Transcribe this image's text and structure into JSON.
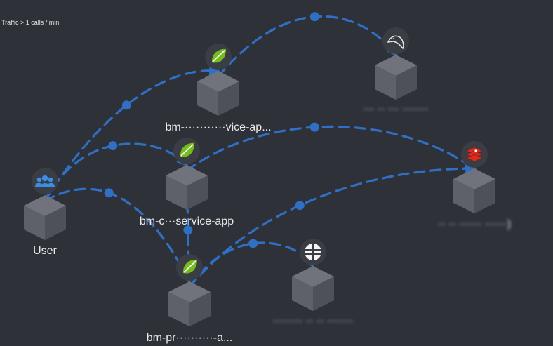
{
  "legend": {
    "text": "Traffic > 1 calls / min"
  },
  "colors": {
    "background": "#2e3138",
    "edge": "#2f6fc4",
    "cube_top": "#70737b",
    "cube_left": "#5e6168",
    "cube_right": "#4e5157",
    "badge": "#3a3d44",
    "spring": "#77bc1f",
    "redis": "#d82c20",
    "users": "#3a8ee6",
    "label": "#e9e9e9"
  },
  "nodes": [
    {
      "id": "user",
      "label": "User",
      "icon": "users-icon",
      "blurred": false
    },
    {
      "id": "svc1",
      "label": "bm-···········vice-ap...",
      "icon": "spring-leaf-icon",
      "blurred": false
    },
    {
      "id": "svc2",
      "label": "bm-c···service-app",
      "icon": "spring-leaf-icon",
      "blurred": false
    },
    {
      "id": "svc3",
      "label": "bm-pr··········-a...",
      "icon": "spring-leaf-icon",
      "blurred": false
    },
    {
      "id": "db",
      "label": "··· ·· ··· ·······",
      "icon": "mysql-dolphin-icon",
      "blurred": true
    },
    {
      "id": "redis",
      "label": "·· ·· ······ ······)",
      "icon": "redis-icon",
      "blurred": true
    },
    {
      "id": "ext",
      "label": "········ ·· ·· ·······",
      "icon": "globe-icon",
      "blurred": true
    }
  ],
  "edges": [
    {
      "from": "user",
      "to": "svc1"
    },
    {
      "from": "user",
      "to": "svc2"
    },
    {
      "from": "user",
      "to": "svc3"
    },
    {
      "from": "svc1",
      "to": "db"
    },
    {
      "from": "svc2",
      "to": "redis"
    },
    {
      "from": "svc2",
      "to": "svc3"
    },
    {
      "from": "svc3",
      "to": "redis"
    },
    {
      "from": "svc3",
      "to": "ext"
    }
  ]
}
